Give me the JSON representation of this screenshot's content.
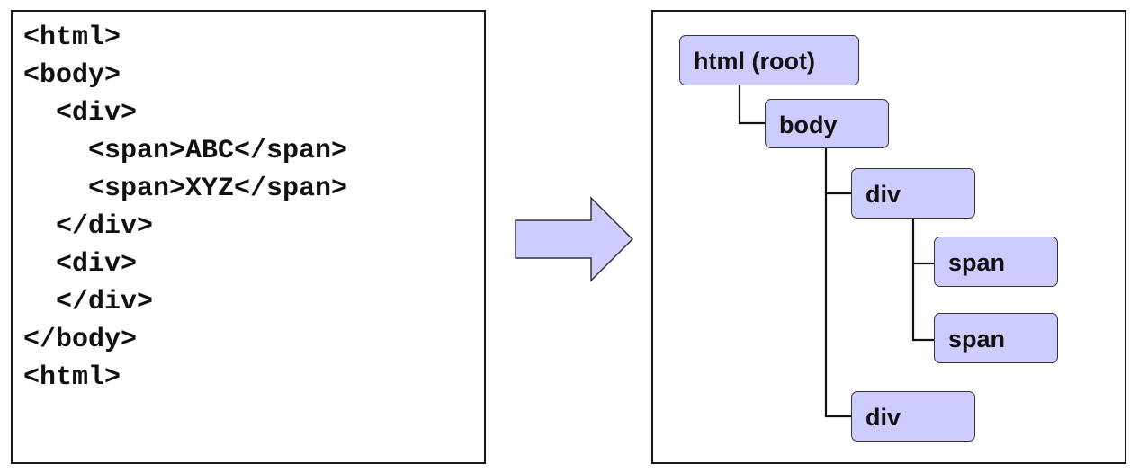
{
  "code": {
    "lines": [
      "<html>",
      "<body>",
      "  <div>",
      "    <span>ABC</span>",
      "    <span>XYZ</span>",
      "  </div>",
      "  <div>",
      "  </div>",
      "</body>",
      "<html>"
    ]
  },
  "tree": {
    "nodes": [
      {
        "id": "html",
        "label": "html (root)"
      },
      {
        "id": "body",
        "label": "body"
      },
      {
        "id": "div1",
        "label": "div"
      },
      {
        "id": "span1",
        "label": "span"
      },
      {
        "id": "span2",
        "label": "span"
      },
      {
        "id": "div2",
        "label": "div"
      }
    ]
  },
  "colors": {
    "node_fill": "#ccccff",
    "arrow_fill": "#ccccff",
    "stroke": "#333333"
  },
  "icons": {
    "arrow": "right-arrow-icon"
  }
}
